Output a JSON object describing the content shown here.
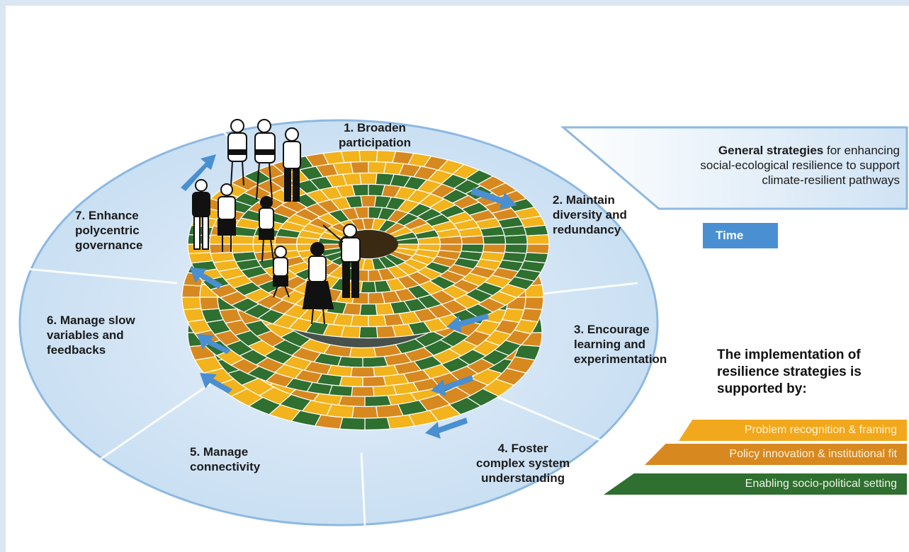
{
  "strategies": [
    {
      "label": "1. Broaden\nparticipation"
    },
    {
      "label": "2. Maintain\ndiversity and\nredundancy"
    },
    {
      "label": "3. Encourage\nlearning and\nexperimentation"
    },
    {
      "label": "4. Foster\ncomplex system\nunderstanding"
    },
    {
      "label": "5. Manage\nconnectivity"
    },
    {
      "label": "6. Manage slow\nvariables and\nfeedbacks"
    },
    {
      "label": "7. Enhance\npolycentric\ngovernance"
    }
  ],
  "general_panel": {
    "bold": "General strategies",
    "line1_rest": " for enhancing",
    "line2": "social-ecological resilience to support",
    "line3": "climate-resilient pathways"
  },
  "time_label": "Time",
  "implementation": {
    "heading_line1": "The implementation of",
    "heading_line2": "resilience strategies is",
    "heading_line3": "supported by:",
    "bars": [
      {
        "label": "Problem recognition & framing",
        "color": "#f2a81c",
        "text_color": "#fff4d6"
      },
      {
        "label": "Policy innovation & institutional fit",
        "color": "#d7891f",
        "text_color": "#fff1dd"
      },
      {
        "label": "Enabling socio-political setting",
        "color": "#2f6f2f",
        "text_color": "#eef6ea"
      }
    ]
  },
  "colors": {
    "ellipse_fill": "#d5e6f6",
    "ellipse_edge": "#8db9e1",
    "arrow": "#4a8fd1",
    "yellow": "#f2b31c",
    "orange": "#d7891f",
    "green": "#2f6f2f"
  }
}
